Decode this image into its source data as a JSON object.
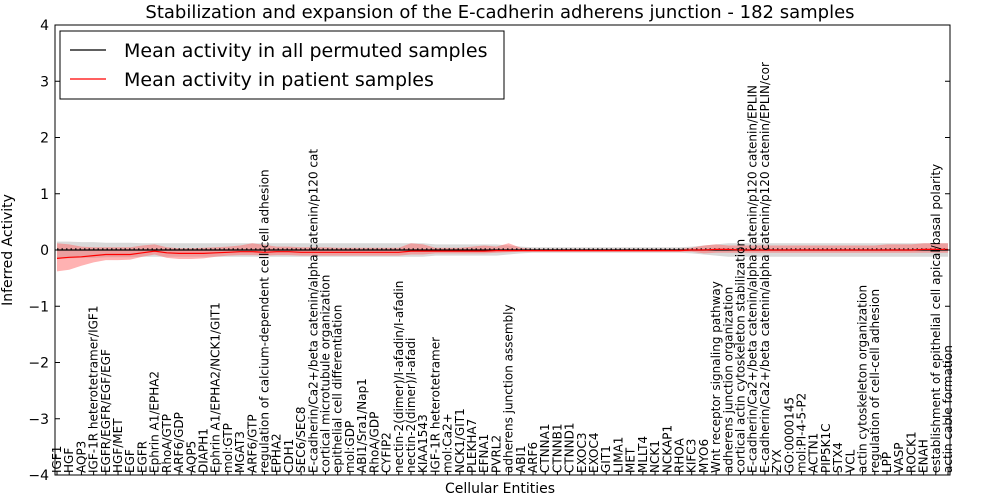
{
  "chart_data": {
    "type": "line",
    "title": "Stabilization and expansion of the E-cadherin adherens junction - 182 samples",
    "xlabel": "Cellular Entities",
    "ylabel": "Inferred Activity",
    "ylim": [
      -4,
      4
    ],
    "yticks": [
      "4",
      "3",
      "2",
      "1",
      "0",
      "−1",
      "−2",
      "−3",
      "−4"
    ],
    "grid": false,
    "legend_position": "top-left",
    "categories": [
      "IGF1",
      "HGF",
      "AQP3",
      "IGF-1R heterotetramer/IGF1",
      "EGFR/EGFR/EGF/EGF",
      "HGF/MET",
      "EGF",
      "EGFR",
      "Ephrin A1/EPHA2",
      "RhoA/GTP",
      "ARF6/GDP",
      "AQP5",
      "DIAPH1",
      "Ephrin A1/EPHA2/NCK1/GIT1",
      "mol:GTP",
      "MGAT3",
      "ARF6/GTP",
      "regulation of calcium-dependent cell-cell adhesion",
      "EPHA2",
      "CDH1",
      "SEC6/SEC8",
      "E-cadherin/Ca2+/beta catenin/alpha catenin/p120 cat",
      "cortical microtubule organization",
      "epithelial cell differentiation",
      "mol:GDP",
      "ABI1/Sra1/Nap1",
      "RhoA/GDP",
      "CYFIP2",
      "nectin-2(dimer)/I-afadin/I-afadin",
      "nectin-2(dimer)/I-afadi",
      "KIAA1543",
      "IGF-1R heterotetramer",
      "mol:Ca2+",
      "NCK1/GIT1",
      "PLEKHA7",
      "EFNA1",
      "PVRL2",
      "adherens junction assembly",
      "ABI1",
      "ARF6",
      "CTNNA1",
      "CTNNB1",
      "CTNND1",
      "EXOC3",
      "EXOC4",
      "GIT1",
      "LIMA1",
      "MET",
      "MLLT4",
      "NCK1",
      "NCKAP1",
      "RHOA",
      "KIFC3",
      "MYO6",
      "Wnt receptor signaling pathway",
      "adherens junction organization",
      "cortical actin cytoskeleton stabilization",
      "E-cadherin/Ca2+/beta catenin/alpha catenin/p120 catenin/EPLIN",
      "E-cadherin/Ca2+/beta catenin/alpha catenin/p120 catenin/EPLIN/cor",
      "ZYX",
      "GO:0000145",
      "mol:PI-4-5-P2",
      "ACTN1",
      "PIP5K1C",
      "STX4",
      "VCL",
      "actin cytoskeleton organization",
      "regulation of cell-cell adhesion",
      "LPP",
      "VASP",
      "ROCK1",
      "ENAH",
      "establishment of epithelial cell apical/basal polarity",
      "actin cable formation"
    ],
    "series": [
      {
        "name": "Mean activity in all permuted samples",
        "color": "#000000",
        "values": [
          0.0,
          0.0,
          0.0,
          0.0,
          0.0,
          0.0,
          0.0,
          0.0,
          0.0,
          0.0,
          0.0,
          0.0,
          0.0,
          0.0,
          0.0,
          0.0,
          0.0,
          0.0,
          0.0,
          0.0,
          0.0,
          0.0,
          0.0,
          0.0,
          0.0,
          0.0,
          0.0,
          0.0,
          0.0,
          0.0,
          0.0,
          0.0,
          0.0,
          0.0,
          0.0,
          0.0,
          0.0,
          0.0,
          0.0,
          0.0,
          0.0,
          0.0,
          0.0,
          0.0,
          0.0,
          0.0,
          0.0,
          0.0,
          0.0,
          0.0,
          0.0,
          0.0,
          0.0,
          0.0,
          0.0,
          0.0,
          0.0,
          0.0,
          0.0,
          0.0,
          0.0,
          0.0,
          0.0,
          0.0,
          0.0,
          0.0,
          0.0,
          0.0,
          0.0,
          0.0,
          0.0,
          0.0,
          0.0,
          0.0
        ],
        "band_lower": [
          -0.15,
          -0.15,
          -0.14,
          -0.14,
          -0.13,
          -0.13,
          -0.13,
          -0.12,
          -0.12,
          -0.12,
          -0.12,
          -0.12,
          -0.12,
          -0.12,
          -0.12,
          -0.12,
          -0.12,
          -0.12,
          -0.12,
          -0.12,
          -0.12,
          -0.12,
          -0.12,
          -0.12,
          -0.12,
          -0.12,
          -0.12,
          -0.12,
          -0.12,
          -0.12,
          -0.12,
          -0.1,
          -0.1,
          -0.1,
          -0.1,
          -0.1,
          -0.1,
          -0.08,
          -0.06,
          -0.05,
          -0.05,
          -0.05,
          -0.05,
          -0.05,
          -0.05,
          -0.05,
          -0.05,
          -0.05,
          -0.05,
          -0.05,
          -0.05,
          -0.05,
          -0.06,
          -0.08,
          -0.1,
          -0.12,
          -0.12,
          -0.12,
          -0.12,
          -0.12,
          -0.12,
          -0.12,
          -0.12,
          -0.12,
          -0.12,
          -0.12,
          -0.12,
          -0.12,
          -0.12,
          -0.12,
          -0.12,
          -0.12,
          -0.12,
          -0.12
        ],
        "band_upper": [
          0.15,
          0.15,
          0.14,
          0.14,
          0.13,
          0.13,
          0.13,
          0.12,
          0.12,
          0.12,
          0.12,
          0.12,
          0.12,
          0.12,
          0.12,
          0.12,
          0.12,
          0.12,
          0.12,
          0.12,
          0.12,
          0.12,
          0.12,
          0.12,
          0.12,
          0.12,
          0.12,
          0.12,
          0.12,
          0.12,
          0.12,
          0.1,
          0.1,
          0.1,
          0.1,
          0.1,
          0.1,
          0.08,
          0.06,
          0.05,
          0.05,
          0.05,
          0.05,
          0.05,
          0.05,
          0.05,
          0.05,
          0.05,
          0.05,
          0.05,
          0.05,
          0.05,
          0.06,
          0.08,
          0.1,
          0.12,
          0.12,
          0.12,
          0.12,
          0.12,
          0.12,
          0.12,
          0.12,
          0.12,
          0.12,
          0.12,
          0.12,
          0.12,
          0.12,
          0.12,
          0.12,
          0.12,
          0.12,
          0.12
        ]
      },
      {
        "name": "Mean activity in patient samples",
        "color": "#ff0000",
        "values": [
          -0.15,
          -0.13,
          -0.12,
          -0.1,
          -0.08,
          -0.08,
          -0.08,
          -0.05,
          -0.02,
          -0.05,
          -0.06,
          -0.06,
          -0.06,
          -0.05,
          -0.04,
          -0.03,
          -0.03,
          -0.04,
          -0.03,
          -0.03,
          -0.04,
          -0.04,
          -0.04,
          -0.04,
          -0.04,
          -0.04,
          -0.04,
          -0.04,
          -0.04,
          -0.02,
          -0.02,
          -0.02,
          -0.02,
          -0.02,
          -0.02,
          -0.02,
          -0.01,
          -0.01,
          -0.01,
          -0.01,
          -0.01,
          -0.01,
          -0.01,
          -0.01,
          -0.01,
          -0.01,
          -0.01,
          -0.01,
          -0.01,
          -0.01,
          -0.01,
          -0.01,
          0.0,
          0.0,
          0.01,
          0.01,
          0.0,
          0.0,
          0.0,
          0.0,
          0.0,
          0.0,
          0.0,
          0.0,
          0.0,
          0.0,
          0.0,
          0.0,
          0.0,
          0.0,
          0.0,
          0.01,
          0.01,
          0.01
        ],
        "band_lower": [
          -0.38,
          -0.35,
          -0.28,
          -0.22,
          -0.18,
          -0.18,
          -0.17,
          -0.12,
          -0.08,
          -0.14,
          -0.16,
          -0.16,
          -0.15,
          -0.12,
          -0.1,
          -0.09,
          -0.09,
          -0.1,
          -0.09,
          -0.09,
          -0.1,
          -0.1,
          -0.1,
          -0.1,
          -0.1,
          -0.1,
          -0.1,
          -0.1,
          -0.1,
          -0.08,
          -0.08,
          -0.06,
          -0.06,
          -0.06,
          -0.06,
          -0.06,
          -0.05,
          -0.04,
          -0.03,
          -0.03,
          -0.03,
          -0.03,
          -0.03,
          -0.03,
          -0.03,
          -0.03,
          -0.03,
          -0.03,
          -0.03,
          -0.03,
          -0.03,
          -0.03,
          -0.03,
          -0.06,
          -0.05,
          -0.05,
          -0.05,
          -0.05,
          -0.05,
          -0.05,
          -0.05,
          -0.05,
          -0.05,
          -0.05,
          -0.05,
          -0.05,
          -0.05,
          -0.05,
          -0.05,
          -0.05,
          -0.05,
          -0.05,
          -0.05,
          -0.05
        ],
        "band_upper": [
          0.12,
          0.1,
          0.06,
          0.05,
          0.05,
          0.05,
          0.05,
          0.08,
          0.1,
          0.05,
          0.03,
          0.03,
          0.04,
          0.05,
          0.06,
          0.08,
          0.12,
          0.09,
          0.06,
          0.06,
          0.05,
          0.05,
          0.05,
          0.04,
          0.04,
          0.04,
          0.04,
          0.04,
          0.04,
          0.12,
          0.1,
          0.04,
          0.04,
          0.04,
          0.06,
          0.08,
          0.06,
          0.12,
          0.04,
          0.02,
          0.02,
          0.02,
          0.02,
          0.02,
          0.02,
          0.02,
          0.02,
          0.02,
          0.02,
          0.02,
          0.02,
          0.02,
          0.04,
          0.08,
          0.1,
          0.08,
          0.08,
          0.08,
          0.08,
          0.08,
          0.08,
          0.08,
          0.08,
          0.08,
          0.08,
          0.08,
          0.08,
          0.08,
          0.1,
          0.1,
          0.1,
          0.12,
          0.12,
          0.12
        ]
      }
    ]
  }
}
